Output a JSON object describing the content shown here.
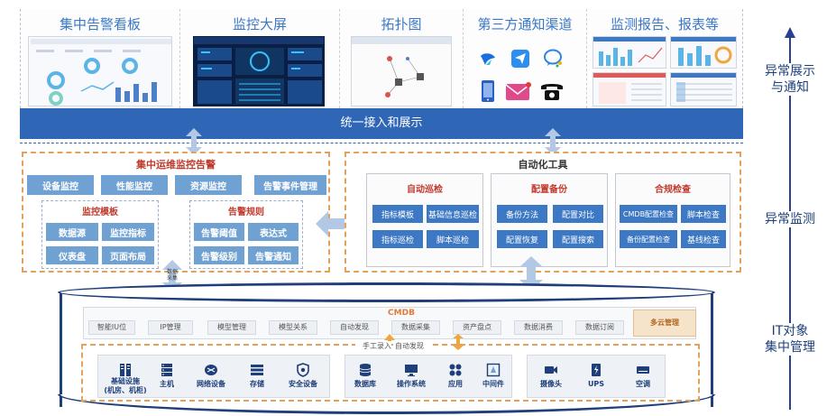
{
  "top_panels": [
    {
      "title": "集中告警看板"
    },
    {
      "title": "监控大屏"
    },
    {
      "title": "拓扑图"
    },
    {
      "title": "第三方通知渠道"
    },
    {
      "title": "监测报告、报表等"
    }
  ],
  "banner": {
    "label": "统一接入和展示"
  },
  "monitor": {
    "title": "集中运维监控告警",
    "top_buttons": [
      "设备监控",
      "性能监控",
      "资源监控",
      "告警事件管理"
    ],
    "template": {
      "title": "监控模板",
      "items": [
        "数据源",
        "监控指标",
        "仪表盘",
        "页面布局"
      ]
    },
    "rules": {
      "title": "告警规则",
      "items": [
        "告警阈值",
        "表达式",
        "告警级别",
        "告警通知"
      ]
    }
  },
  "automation": {
    "title": "自动化工具",
    "groups": [
      {
        "title": "自动巡检",
        "items": [
          "指标模板",
          "基础信息巡检",
          "指标巡检",
          "脚本巡检"
        ]
      },
      {
        "title": "配置备份",
        "items": [
          "备份方法",
          "配置对比",
          "配置恢复",
          "配置搜索"
        ]
      },
      {
        "title": "合规检查",
        "items": [
          "CMDB配置检查",
          "脚本检查",
          "备份配置检查",
          "基线检查"
        ]
      }
    ]
  },
  "arrow_label": "数据采集",
  "cmdb": {
    "title": "CMDB",
    "chips": [
      "智能IU位",
      "IP管理",
      "模型管理",
      "模型关系",
      "自动发现",
      "数据采集",
      "资产盘点",
      "数据消费",
      "数据订阅"
    ],
    "multi_cloud": "多云管理",
    "manual_label": "手工录入",
    "auto_label": "自动发现",
    "groups": [
      {
        "items": [
          {
            "label": "基础设施\n(机房、机柜)",
            "icon": "rack-icon"
          },
          {
            "label": "主机",
            "icon": "server-icon"
          },
          {
            "label": "网络设备",
            "icon": "network-icon"
          },
          {
            "label": "存储",
            "icon": "storage-icon"
          },
          {
            "label": "安全设备",
            "icon": "shield-icon"
          }
        ]
      },
      {
        "items": [
          {
            "label": "数据库",
            "icon": "database-icon"
          },
          {
            "label": "操作系统",
            "icon": "os-icon"
          },
          {
            "label": "应用",
            "icon": "app-icon"
          },
          {
            "label": "中间件",
            "icon": "middleware-icon"
          }
        ]
      },
      {
        "items": [
          {
            "label": "摄像头",
            "icon": "camera-icon"
          },
          {
            "label": "UPS",
            "icon": "ups-icon"
          },
          {
            "label": "空调",
            "icon": "aircon-icon"
          }
        ]
      }
    ]
  },
  "side_labels": {
    "top": "异常展示\n与通知",
    "middle": "异常监测",
    "bottom": "IT对象\n集中管理"
  },
  "colors": {
    "primary": "#2f66b5",
    "button": "#6fa1d3",
    "orange": "#e3a15e",
    "red_title": "#c0392b",
    "navy": "#1e3f7a"
  }
}
